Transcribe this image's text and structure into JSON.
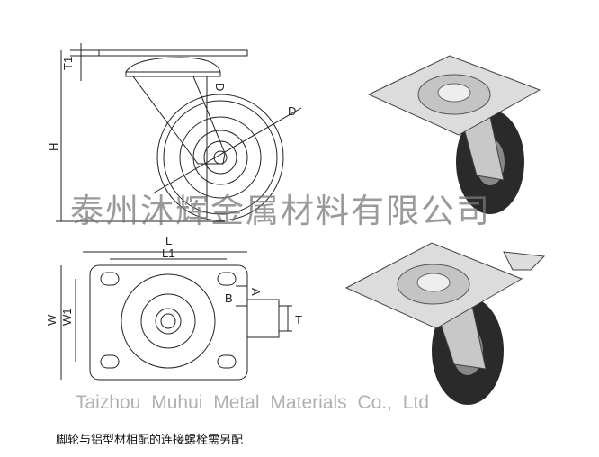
{
  "dimensions": {
    "T1": "T1",
    "H": "H",
    "D_side": "D",
    "D_diag": "D",
    "L": "L",
    "L1": "L1",
    "A": "A",
    "B": "B",
    "W": "W",
    "W1": "W1",
    "T": "T"
  },
  "watermark": {
    "cn": "泰州沐辉金属材料有限公司",
    "en": "Taizhou Muhui Metal Materials Co., Ltd"
  },
  "caption": "脚轮与铝型材相配的连接螺栓需另配"
}
